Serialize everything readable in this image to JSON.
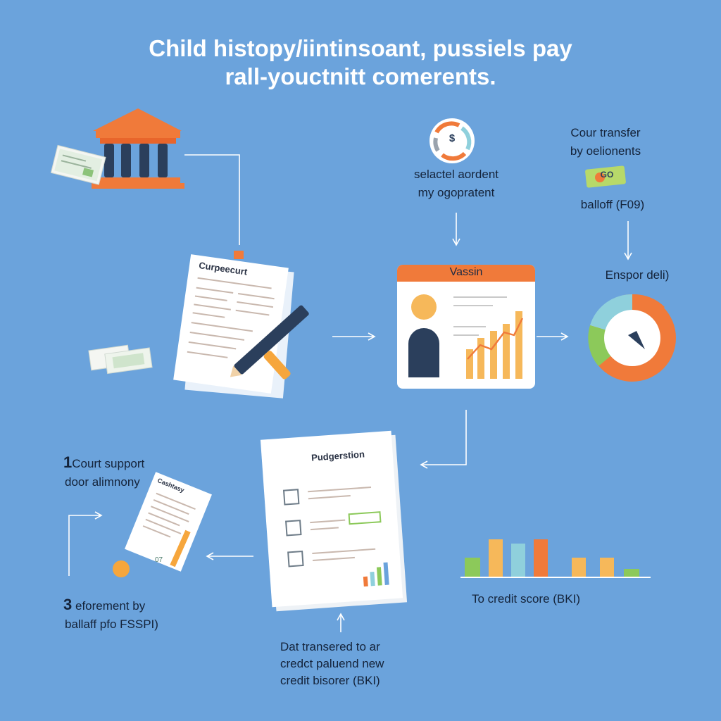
{
  "title": {
    "line1": "Child histopy/iintinsoant, pussiels pay",
    "line2": "rall-youctnitt comerents."
  },
  "nodes": {
    "center_top": {
      "line1": "selactel aordent",
      "line2": "my ogopratent",
      "icon_glyph": "$"
    },
    "right_top": {
      "line1": "Cour transfer",
      "line2": "by oelionents",
      "line3": "balloff (F09)",
      "badge": "GO"
    },
    "right_gauge": {
      "label": "Enspor deli)"
    },
    "center_panel": {
      "title": "Vassin"
    },
    "left_doc": {
      "title": "Curpeecurt"
    },
    "center_bottom_doc": {
      "title": "Pudgerstion"
    },
    "bottom_label": {
      "line1": "Dat transered to ar",
      "line2": "credct paluend new",
      "line3": "credit bisorer (BKI)"
    },
    "left_label_1": {
      "num": "1",
      "line1": "Court support",
      "line2": "door alimnony"
    },
    "left_label_3": {
      "num": "3",
      "line1": "eforement by",
      "line2": "ballaff pfo FSSPI)"
    },
    "small_doc": {
      "title": "Cashtasy",
      "corner": "07"
    },
    "right_bars_label": {
      "text": "To credit score (BKI)"
    }
  },
  "colors": {
    "background": "#6ba3dc",
    "orange": "#f07a3a",
    "amber": "#f6b85a",
    "teal": "#8fd0dc",
    "green": "#8cc95a",
    "navy": "#2b3f5c"
  },
  "icons": [
    "bank-icon",
    "pencil-icon",
    "dollar-cycle-icon",
    "gauge-icon",
    "person-icon",
    "bar-chart-icon",
    "coin-icon",
    "money-icon"
  ]
}
